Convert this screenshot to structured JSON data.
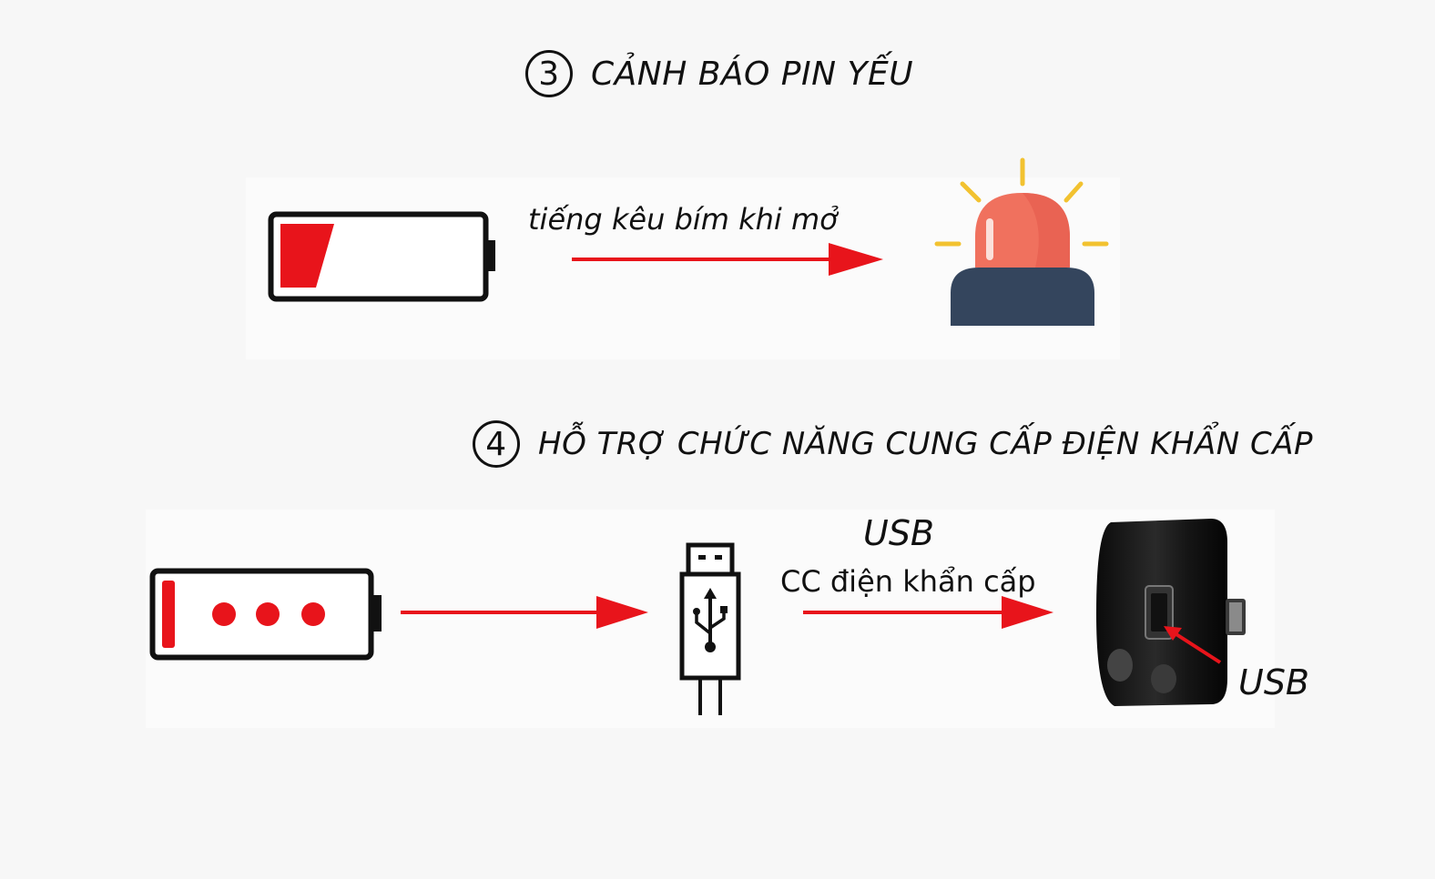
{
  "section3": {
    "number": "3",
    "title": "CẢNH BÁO PIN YẾU",
    "arrow_caption": "tiếng kêu bím khi mở"
  },
  "section4": {
    "number": "4",
    "title": "HỖ TRỢ CHỨC NĂNG CUNG CẤP ĐIỆN KHẨN CẤP",
    "arrow_caption_top": "USB",
    "arrow_caption_bottom": "CC điện khẩn cấp",
    "device_label": "USB"
  },
  "colors": {
    "accent_red": "#e8141b",
    "outline": "#111111",
    "siren_dome": "#f0715e",
    "siren_base": "#34455d",
    "siren_rays": "#f2c230",
    "device_body": "#1a1a1a"
  }
}
